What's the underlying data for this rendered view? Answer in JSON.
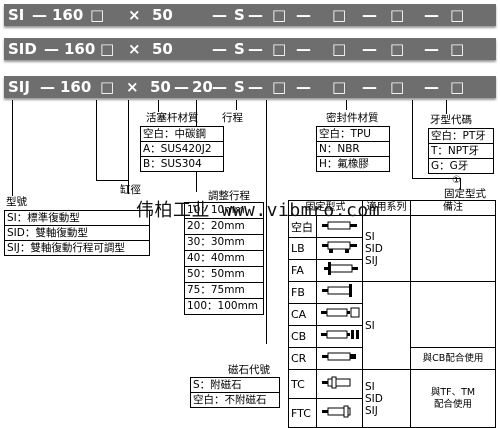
{
  "rows": [
    {
      "model": "SI",
      "bore": "160",
      "x": "×",
      "stroke": "50",
      "sep": "—",
      "seal": "S",
      "adj": ""
    },
    {
      "model": "SID",
      "bore": "160",
      "x": "×",
      "stroke": "50",
      "sep": "—",
      "seal": "S",
      "adj": ""
    },
    {
      "model": "SIJ",
      "bore": "160",
      "x": "×",
      "stroke": "50",
      "sep": "—",
      "seal": "S",
      "adj": "20"
    }
  ],
  "dash": "—",
  "square": "□",
  "piston_rod": {
    "title": "活塞杆材質",
    "items": [
      "空白：中碳鋼",
      "A：SUS420J2",
      "B：SUS304"
    ]
  },
  "stroke_label": "行程",
  "seal_material": {
    "title": "密封件材質",
    "items": [
      "空白：TPU",
      "N：NBR",
      "H：氟橡膠"
    ]
  },
  "thread": {
    "title": "牙型代碼",
    "items": [
      "空白：PT牙",
      "T：NPT牙",
      "G：G牙"
    ]
  },
  "circle_one": "①",
  "mount_title": "固定型式",
  "model_type": {
    "title": "型號",
    "items": [
      "SI：標準復動型",
      "SID：雙軸復動型",
      "SIJ：雙軸復動行程可調型"
    ]
  },
  "bore_label": "缸徑",
  "adjust_stroke": {
    "title": "調整行程",
    "items": [
      "10：10mm",
      "20：20mm",
      "30：30mm",
      "40：40mm",
      "50：50mm",
      "75：75mm",
      "100：100mm"
    ]
  },
  "magnet": {
    "title": "磁石代號",
    "items": [
      "S：附磁石",
      "空白：不附磁石"
    ]
  },
  "watermark": "伟柏工业 www.vibmro.com",
  "mount_table": {
    "headers": [
      "固定型式",
      "適用系列",
      "備注"
    ],
    "codes": [
      "空白",
      "LB",
      "FA",
      "FB",
      "CA",
      "CB",
      "CR",
      "TC",
      "FTC"
    ],
    "sys_1": [
      "SI",
      "SID",
      "SIJ"
    ],
    "sys_2": "SI",
    "sys_3": [
      "SI",
      "SID",
      "SIJ"
    ],
    "note_cr": "與CB配合使用",
    "note_tc": [
      "與TF、TM",
      "配合使用"
    ]
  }
}
